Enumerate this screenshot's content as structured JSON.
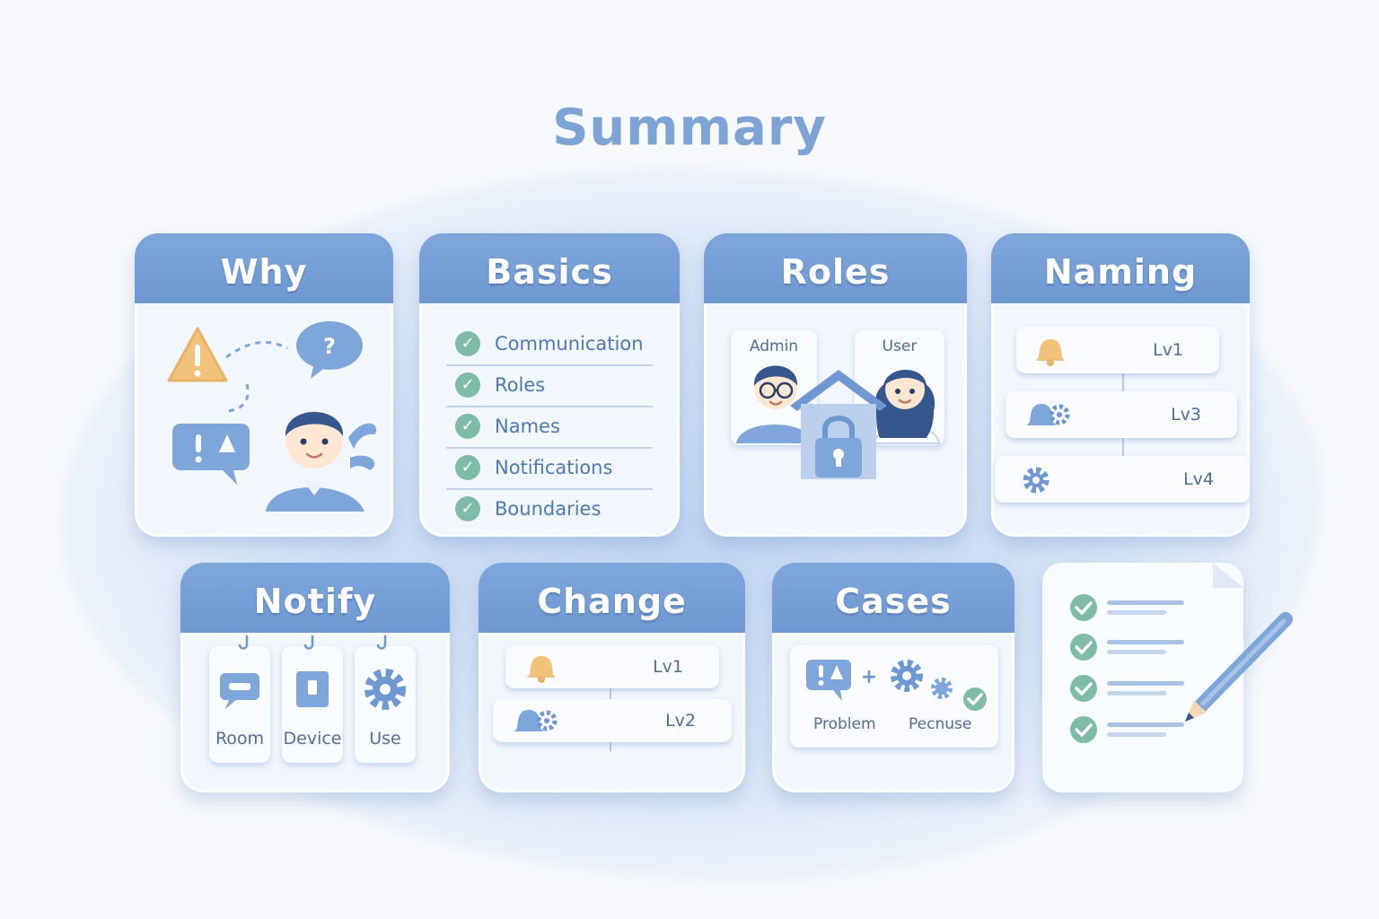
{
  "title": "Summary",
  "cards": {
    "why": {
      "title": "Why"
    },
    "basics": {
      "title": "Basics",
      "items": [
        "Communication",
        "Roles",
        "Names",
        "Notifications",
        "Boundaries"
      ]
    },
    "roles": {
      "title": "Roles",
      "admin_label": "Admin",
      "user_label": "User"
    },
    "naming": {
      "title": "Naming",
      "levels": [
        {
          "icon": "bell-icon",
          "label": "Lv1"
        },
        {
          "icon": "bell-gear-icon",
          "label": "Lv3"
        },
        {
          "icon": "gear-icon",
          "label": "Lv4"
        }
      ]
    },
    "notify": {
      "title": "Notify",
      "tiles": [
        "Room",
        "Device",
        "Use"
      ]
    },
    "change": {
      "title": "Change",
      "levels": [
        {
          "icon": "bell-icon",
          "label": "Lv1"
        },
        {
          "icon": "bell-gear-icon",
          "label": "Lv2"
        }
      ]
    },
    "cases": {
      "title": "Cases",
      "problem_label": "Problem",
      "response_label": "Pecnuse"
    }
  },
  "colors": {
    "accent": "#6f98d2",
    "text": "#4f79b6",
    "check": "#7fbca8",
    "warning": "#f0c27a"
  }
}
